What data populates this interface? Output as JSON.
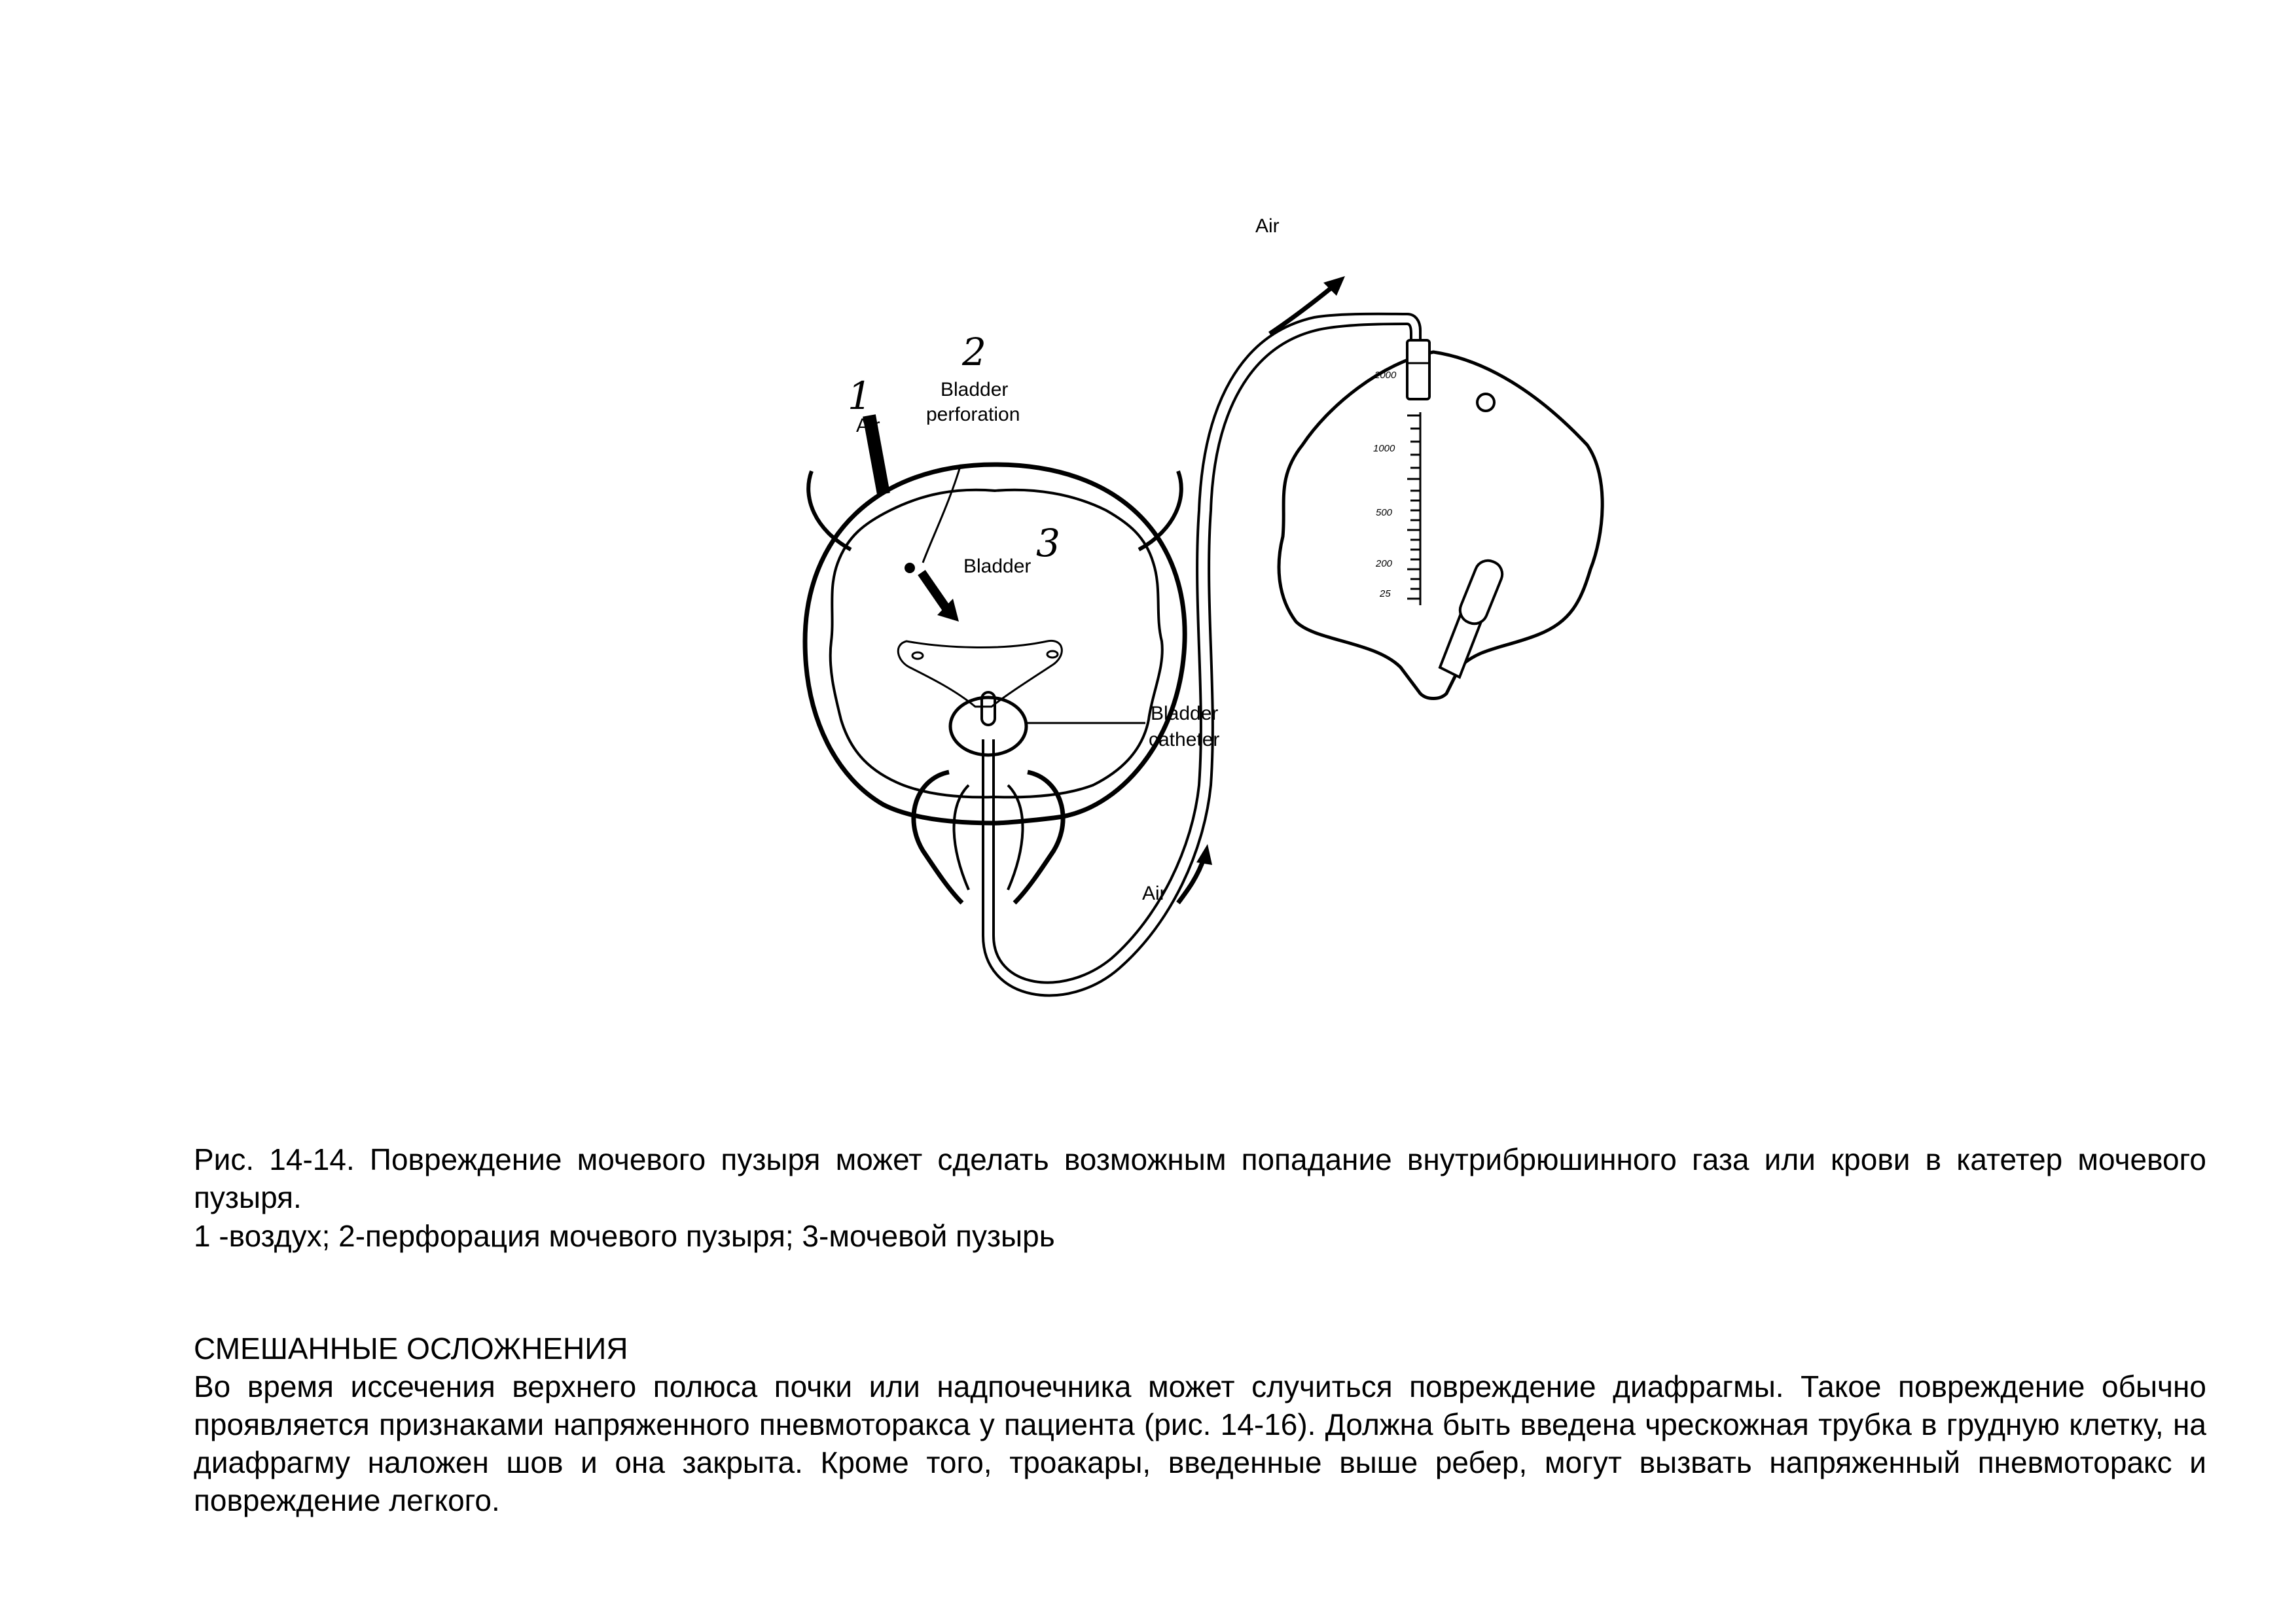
{
  "figure": {
    "labels": {
      "num1": "1",
      "air_left": "Air",
      "num2": "2",
      "perforation_line1": "Bladder",
      "perforation_line2": "perforation",
      "bladder": "Bladder",
      "num3": "3",
      "catheter_line1": "Bladder",
      "catheter_line2": "catheter",
      "air_bottom": "Air",
      "air_top": "Air"
    },
    "bag_scale": [
      "2000",
      "1000",
      "500",
      "200",
      "25"
    ]
  },
  "caption": {
    "text": "Рис. 14-14. Повреждение мочевого пузыря может сделать возможным попадание внутрибрюшинного газа или крови в катетер мочевого пузыря.",
    "legend": "1 -воздух; 2-перфорация мочевого пузыря; 3-мочевой пузырь"
  },
  "section": {
    "heading": "СМЕШАННЫЕ ОСЛОЖНЕНИЯ",
    "body": "Во время иссечения верхнего полюса почки или надпочечника может случиться повреждение диафрагмы. Такое повреждение обычно проявляется признаками напряженного пневмоторакса у пациента (рис. 14-16). Должна быть введена чрескожная трубка в грудную клетку, на диафрагму наложен шов и она закрыта. Кроме того, троакары, введенные выше ребер, могут вызвать напряженный пневмоторакс и повреждение легкого."
  }
}
